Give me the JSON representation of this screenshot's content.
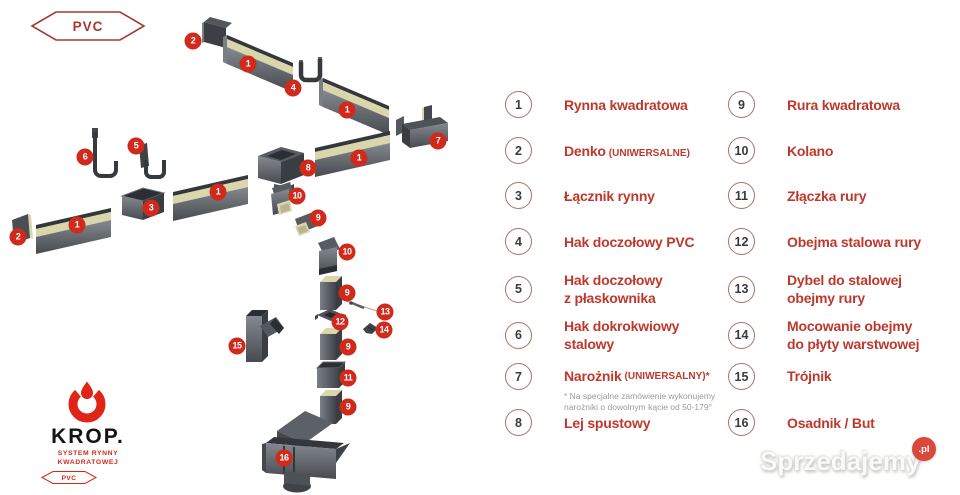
{
  "pvc_badge": "PVC",
  "colors": {
    "accent_red": "#bd382d",
    "badge_red": "#d02a1d",
    "logo_red": "#e02418",
    "part_gray": "#4b4f54",
    "part_inner_khaki": "#d9d6ab"
  },
  "legend": {
    "left": [
      {
        "num": "1",
        "label": "Rynna kwadratowa"
      },
      {
        "num": "2",
        "label": "Denko",
        "sub": "(UNIWERSALNE)"
      },
      {
        "num": "3",
        "label": "Łącznik rynny"
      },
      {
        "num": "4",
        "label": "Hak doczołowy PVC"
      },
      {
        "num": "5",
        "label": "Hak doczołowy\nz płaskownika"
      },
      {
        "num": "6",
        "label": "Hak dokrokwiowy\nstalowy"
      },
      {
        "num": "7",
        "label": "Narożnik",
        "sub": "(UNIWERSALNY)*",
        "footnote": "* Na specjalne zamówienie wykonujemy\nnarożniki o dowolnym kącie od 50-179°"
      },
      {
        "num": "8",
        "label": "Lej spustowy"
      }
    ],
    "right": [
      {
        "num": "9",
        "label": "Rura kwadratowa"
      },
      {
        "num": "10",
        "label": "Kolano"
      },
      {
        "num": "11",
        "label": "Złączka rury"
      },
      {
        "num": "12",
        "label": "Obejma stalowa rury"
      },
      {
        "num": "13",
        "label": "Dybel do stalowej\nobejmy rury"
      },
      {
        "num": "14",
        "label": "Mocowanie obejmy\ndo płyty warstwowej"
      },
      {
        "num": "15",
        "label": "Trójnik"
      },
      {
        "num": "16",
        "label": "Osadnik / But"
      }
    ]
  },
  "diagram": {
    "badges": [
      "2",
      "1",
      "4",
      "1",
      "7",
      "6",
      "5",
      "8",
      "1",
      "1",
      "3",
      "10",
      "9",
      "2",
      "1",
      "10",
      "9",
      "13",
      "12",
      "14",
      "9",
      "15",
      "11",
      "9",
      "16"
    ]
  },
  "logo": {
    "name": "KROP.",
    "tagline_line1": "SYSTEM RYNNY",
    "tagline_line2": "KWADRATOWEJ",
    "badge": "PVC"
  },
  "watermark": {
    "text": "Sprzedajemy",
    "tld": ".pl"
  }
}
